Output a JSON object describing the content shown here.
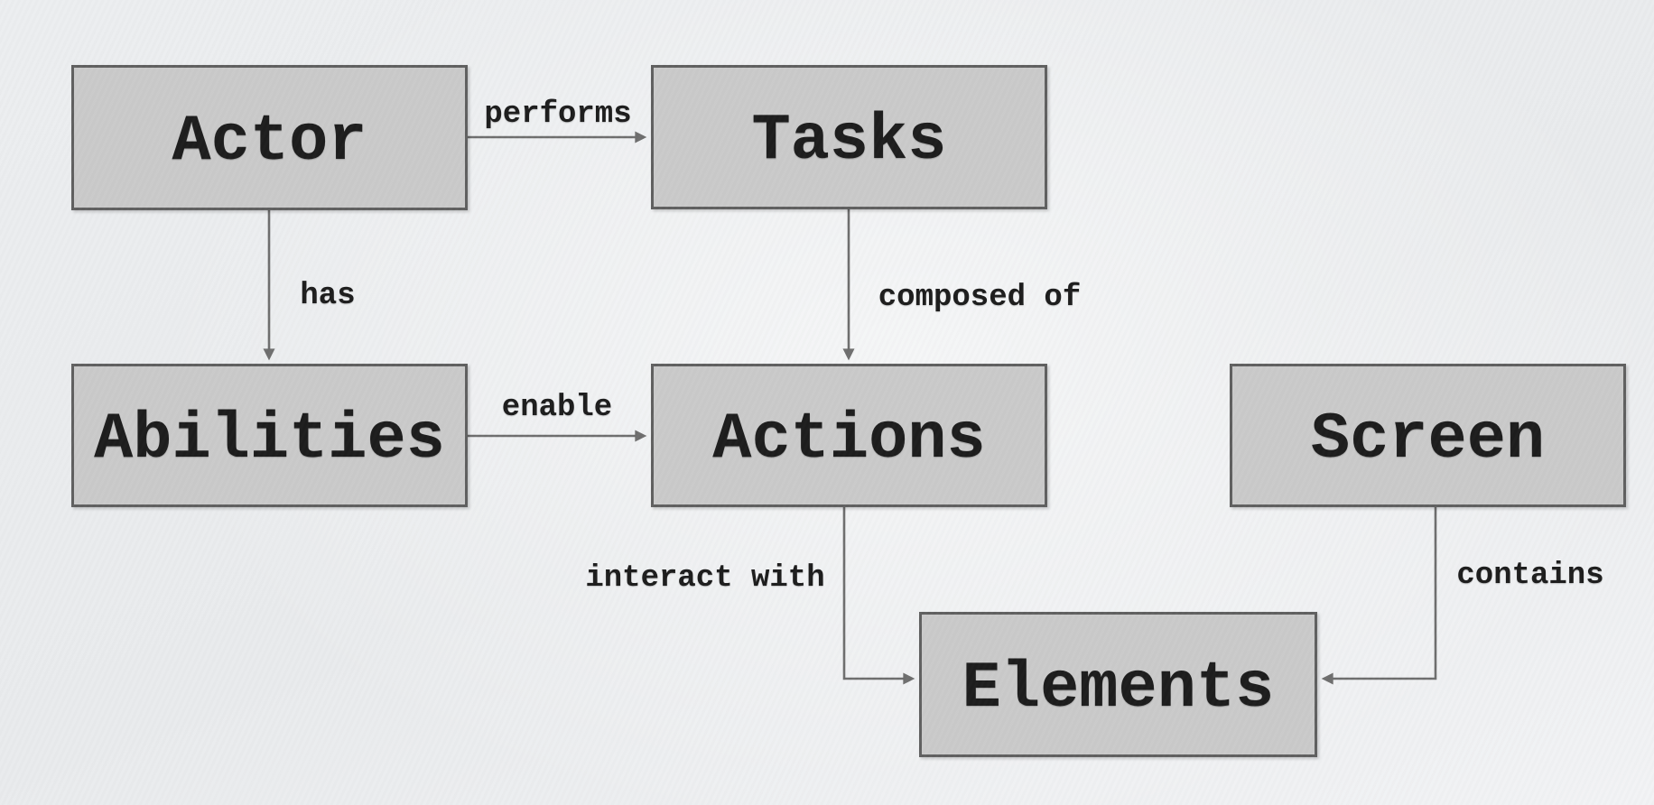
{
  "diagram": {
    "title": "actor-tasks-abilities-actions-screen-elements concept diagram",
    "nodes": [
      {
        "id": "actor",
        "label": "Actor"
      },
      {
        "id": "tasks",
        "label": "Tasks"
      },
      {
        "id": "abilities",
        "label": "Abilities"
      },
      {
        "id": "actions",
        "label": "Actions"
      },
      {
        "id": "screen",
        "label": "Screen"
      },
      {
        "id": "elements",
        "label": "Elements"
      }
    ],
    "edges": [
      {
        "from": "actor",
        "to": "tasks",
        "label": "performs"
      },
      {
        "from": "actor",
        "to": "abilities",
        "label": "has"
      },
      {
        "from": "tasks",
        "to": "actions",
        "label": "composed of"
      },
      {
        "from": "abilities",
        "to": "actions",
        "label": "enable"
      },
      {
        "from": "actions",
        "to": "elements",
        "label": "interact with"
      },
      {
        "from": "screen",
        "to": "elements",
        "label": "contains"
      }
    ],
    "colors": {
      "background": "#eceef0",
      "box_fill": "#cacaca",
      "box_border": "#606060",
      "arrow": "#6e6e6e",
      "text": "#1d1d1d"
    }
  }
}
